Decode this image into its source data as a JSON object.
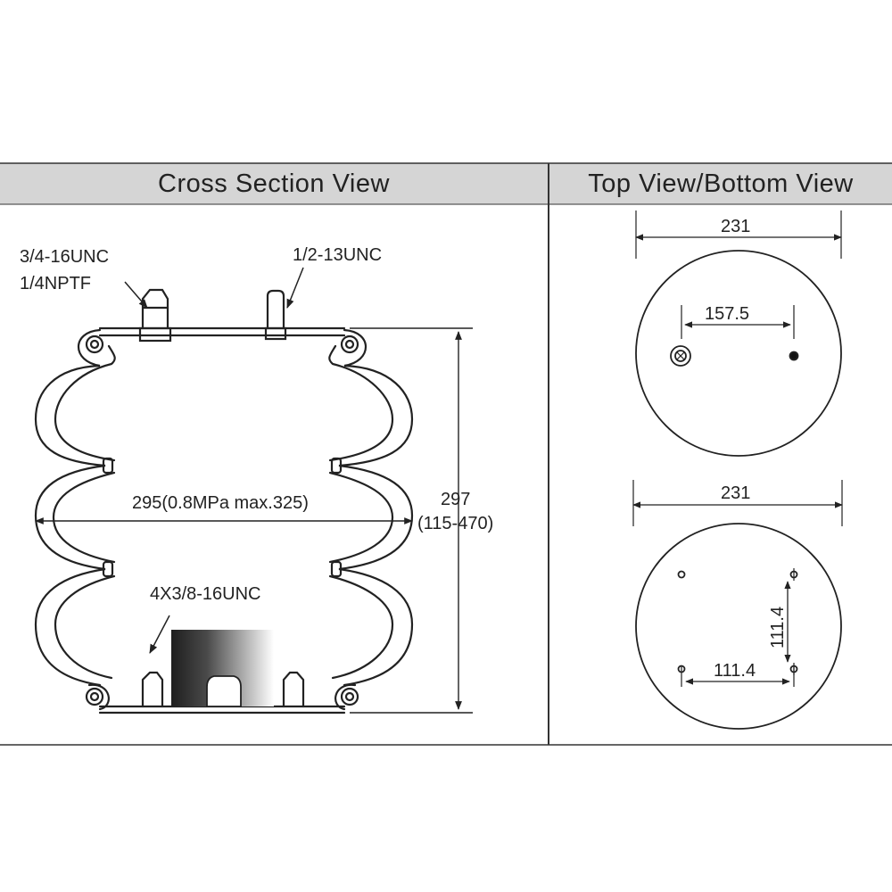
{
  "headers": {
    "cross_section": "Cross Section View",
    "top_bottom": "Top View/Bottom View"
  },
  "cross_section": {
    "top_port_left_line1": "3/4-16UNC",
    "top_port_left_line2": "1/4NPTF",
    "top_port_right": "1/2-13UNC",
    "width_dim": "295(0.8MPa max.325)",
    "height_dim_line1": "297",
    "height_dim_line2": "(115-470)",
    "bottom_bolts": "4X3/8-16UNC"
  },
  "top_view": {
    "diameter": "231",
    "port_spacing": "157.5"
  },
  "bottom_view": {
    "diameter": "231",
    "bolt_spacing_vertical": "111.4",
    "bolt_spacing_horizontal": "111.4"
  }
}
